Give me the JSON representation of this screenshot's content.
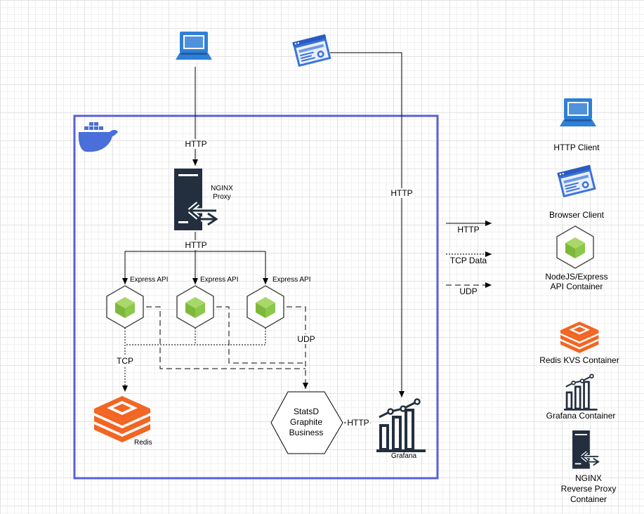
{
  "diagram": {
    "labels": {
      "http_top": "HTTP",
      "nginx_proxy": "NGINX\nProxy",
      "http_fanout": "HTTP",
      "express_api_1": "Express API",
      "express_api_2": "Express API",
      "express_api_3": "Express API",
      "tcp": "TCP",
      "udp": "UDP",
      "http_browser": "HTTP",
      "statsd": "StatsD\nGraphite\nBusiness",
      "http_grafana": "HTTP",
      "redis": "Redis",
      "grafana": "Grafana"
    }
  },
  "legend": {
    "arrows": {
      "http": "HTTP",
      "tcp": "TCP Data",
      "udp": "UDP"
    },
    "items": {
      "http_client": "HTTP Client",
      "browser_client": "Browser Client",
      "node_express": "NodeJS/Express\nAPI Container",
      "redis": "Redis KVS Container",
      "grafana": "Grafana Container",
      "nginx": "NGINX\nReverse Proxy\nContainer"
    }
  },
  "colors": {
    "docker_border": "#5a5fd6",
    "docker_blue": "#4a6fd8",
    "device_blue": "#2f7fd6",
    "node_green": "#8cc84b",
    "redis_orange": "#f26522",
    "dark": "#232f3e"
  }
}
